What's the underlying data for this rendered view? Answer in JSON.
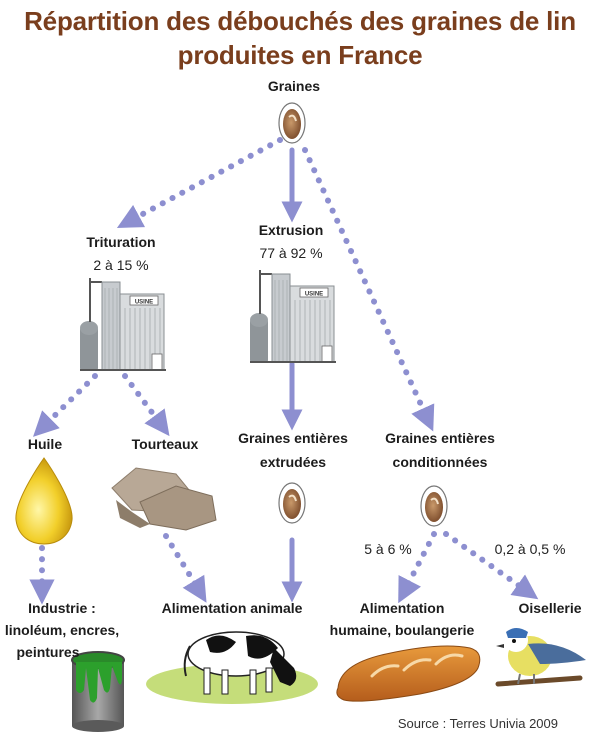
{
  "title_line1": "Répartition des débouchés des graines de lin",
  "title_line2": "produites en France",
  "nodes": {
    "graines": "Graines",
    "trituration": "Trituration",
    "trituration_pct": "2 à 15 %",
    "extrusion": "Extrusion",
    "extrusion_pct": "77 à 92 %",
    "huile": "Huile",
    "tourteaux": "Tourteaux",
    "graines_extrudees_1": "Graines entières",
    "graines_extrudees_2": "extrudées",
    "graines_cond_1": "Graines entières",
    "graines_cond_2": "conditionnées",
    "pct_humaine": "5 à 6 %",
    "pct_oisellerie": "0,2 à 0,5 %",
    "industrie_1": "Industrie :",
    "industrie_2": "linoléum, encres,",
    "industrie_3": "peintures",
    "alimentation_animale": "Alimentation animale",
    "alim_humaine_1": "Alimentation",
    "alim_humaine_2": "humaine, boulangerie",
    "oisellerie": "Oisellerie"
  },
  "factory_sign": "USINE",
  "source": "Source : Terres Univia 2009",
  "colors": {
    "title": "#7a3e1d",
    "arrow": "#8d8fd0",
    "seed": "#7a4a2a"
  }
}
